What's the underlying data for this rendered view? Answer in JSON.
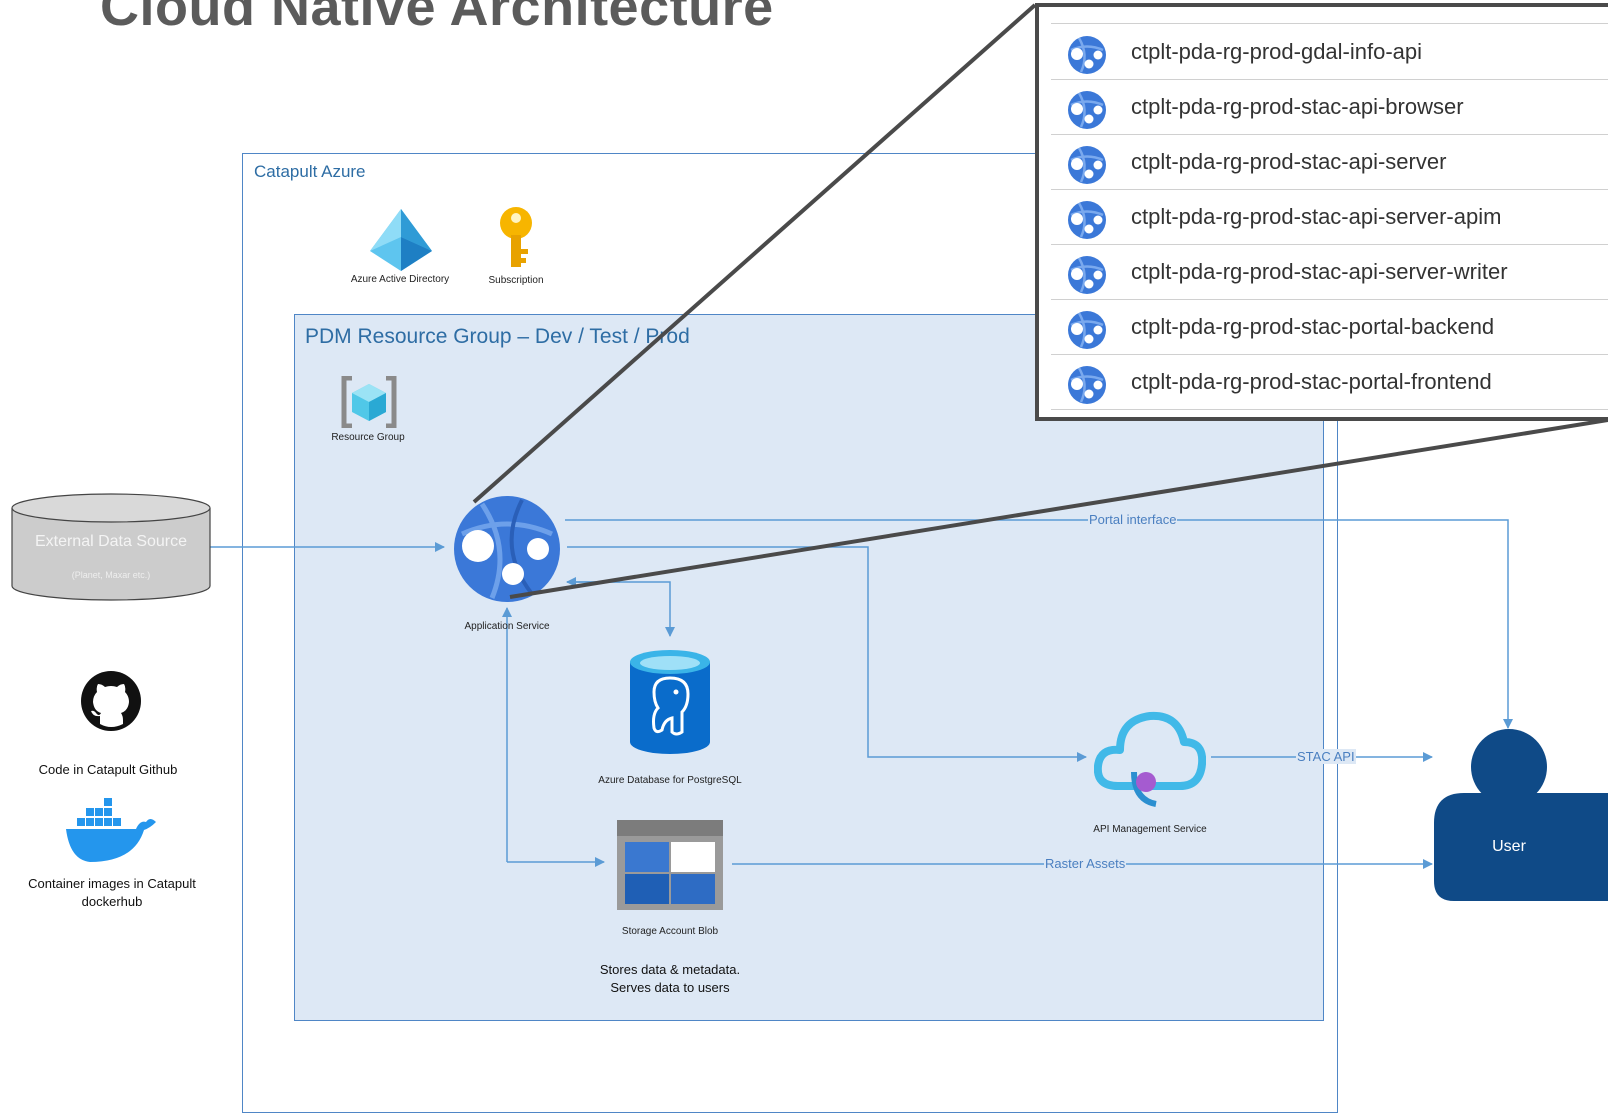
{
  "title": "Cloud Native Architecture",
  "azure_group": {
    "label": "Catapult Azure"
  },
  "resource_group": {
    "label": "PDM Resource Group – Dev / Test / Prod"
  },
  "icons": {
    "aad": {
      "icon": "azure-active-directory-icon",
      "label": "Azure Active Directory"
    },
    "subscription": {
      "icon": "key-icon",
      "label": "Subscription"
    },
    "resource_group": {
      "icon": "resource-group-icon",
      "label": "Resource Group"
    },
    "app_service": {
      "icon": "app-service-icon",
      "label": "Application Service"
    },
    "postgres": {
      "icon": "postgresql-icon",
      "label": "Azure Database for PostgreSQL"
    },
    "storage": {
      "icon": "storage-blob-icon",
      "label": "Storage Account Blob",
      "note_line1": "Stores data & metadata.",
      "note_line2": "Serves data to users"
    },
    "apim": {
      "icon": "api-management-icon",
      "label": "API Management Service"
    },
    "github": {
      "icon": "github-icon",
      "label": "Code in Catapult Github"
    },
    "docker": {
      "icon": "docker-icon",
      "label_line1": "Container images in Catapult",
      "label_line2": "dockerhub"
    }
  },
  "external_source": {
    "label": "External Data Source",
    "sublabel": "(Planet, Maxar etc.)"
  },
  "user": {
    "label": "User"
  },
  "edges": {
    "portal": "Portal interface",
    "stac": "STAC API",
    "raster": "Raster Assets"
  },
  "app_services_list": [
    "ctplt-pda-rg-prod-gdal-info-api",
    "ctplt-pda-rg-prod-stac-api-browser",
    "ctplt-pda-rg-prod-stac-api-server",
    "ctplt-pda-rg-prod-stac-api-server-apim",
    "ctplt-pda-rg-prod-stac-api-server-writer",
    "ctplt-pda-rg-prod-stac-portal-backend",
    "ctplt-pda-rg-prod-stac-portal-frontend"
  ],
  "colors": {
    "line": "#5b9bd5",
    "box_border": "#4f86c6",
    "rg_fill": "#dde8f5",
    "user_fill": "#0f4a87",
    "zoom_border": "#4a4a4a"
  }
}
